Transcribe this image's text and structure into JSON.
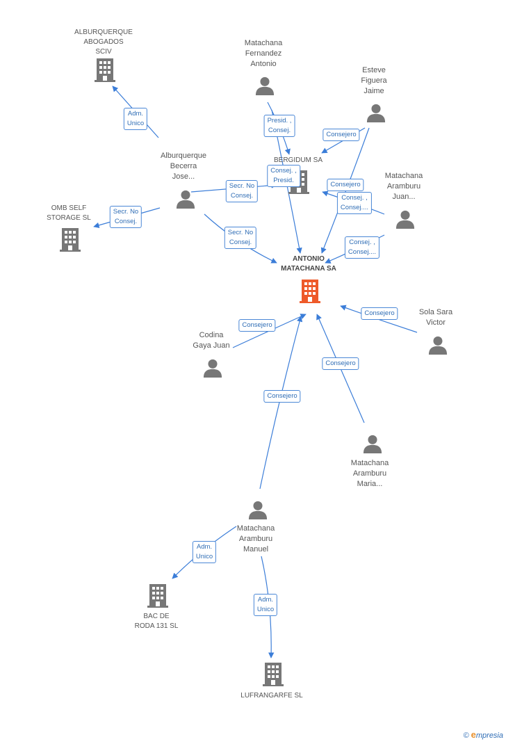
{
  "colors": {
    "edge": "#3b7dd8",
    "node_icon": "#777777",
    "focus_icon": "#ee5a2a",
    "edge_label_text": "#2f6db5",
    "edge_label_border": "#4a87d6"
  },
  "nodes": {
    "alburquerque_abogados": {
      "label": "ALBURQUERQUE\nABOGADOS\nSCIV",
      "type": "company",
      "icon": "building-icon"
    },
    "matachana_fernandez": {
      "label": "Matachana\nFernandez\nAntonio",
      "type": "person",
      "icon": "person-icon"
    },
    "esteve_figuera": {
      "label": "Esteve\nFiguera\nJaime",
      "type": "person",
      "icon": "person-icon"
    },
    "alburquerque_becerra": {
      "label": "Alburquerque\nBecerra\nJose...",
      "type": "person",
      "icon": "person-icon"
    },
    "bergidum": {
      "label": "BERGIDUM SA",
      "type": "company",
      "icon": "building-icon"
    },
    "matachana_aramburu_juan": {
      "label": "Matachana\nAramburu\nJuan...",
      "type": "person",
      "icon": "person-icon"
    },
    "omb_self_storage": {
      "label": "OMB SELF\nSTORAGE SL",
      "type": "company",
      "icon": "building-icon"
    },
    "antonio_matachana": {
      "label": "ANTONIO\nMATACHANA SA",
      "type": "focus",
      "icon": "building-icon"
    },
    "sola_sara": {
      "label": "Sola Sara\nVictor",
      "type": "person",
      "icon": "person-icon"
    },
    "codina_gaya": {
      "label": "Codina\nGaya Juan",
      "type": "person",
      "icon": "person-icon"
    },
    "matachana_aramburu_maria": {
      "label": "Matachana\nAramburu\nMaria...",
      "type": "person",
      "icon": "person-icon"
    },
    "matachana_aramburu_manuel": {
      "label": "Matachana\nAramburu\nManuel",
      "type": "person",
      "icon": "person-icon"
    },
    "bac_de_roda": {
      "label": "BAC DE\nRODA 131 SL",
      "type": "company",
      "icon": "building-icon"
    },
    "lufrangarfe": {
      "label": "LUFRANGARFE SL",
      "type": "company",
      "icon": "building-icon"
    }
  },
  "edges": [
    {
      "from": "alburquerque_becerra",
      "to": "alburquerque_abogados",
      "label": "Adm.\nUnico"
    },
    {
      "from": "matachana_fernandez",
      "to": "bergidum",
      "label": "Presid. ,\nConsej."
    },
    {
      "from": "esteve_figuera",
      "to": "bergidum",
      "label": "Consejero"
    },
    {
      "from": "alburquerque_becerra",
      "to": "bergidum",
      "label": "Secr. No\nConsej."
    },
    {
      "from": "matachana_fernandez",
      "to": "antonio_matachana",
      "label": "Consej. ,\nPresid."
    },
    {
      "from": "esteve_figuera",
      "to": "antonio_matachana",
      "label": "Consejero"
    },
    {
      "from": "matachana_aramburu_juan",
      "to": "bergidum",
      "label": "Consej. ,\nConsej...."
    },
    {
      "from": "matachana_aramburu_juan",
      "to": "antonio_matachana",
      "label": "Consej. ,\nConsej...."
    },
    {
      "from": "alburquerque_becerra",
      "to": "omb_self_storage",
      "label": "Secr. No\nConsej."
    },
    {
      "from": "alburquerque_becerra",
      "to": "antonio_matachana",
      "label": "Secr. No\nConsej."
    },
    {
      "from": "sola_sara",
      "to": "antonio_matachana",
      "label": "Consejero"
    },
    {
      "from": "codina_gaya",
      "to": "antonio_matachana",
      "label": "Consejero"
    },
    {
      "from": "matachana_aramburu_maria",
      "to": "antonio_matachana",
      "label": "Consejero"
    },
    {
      "from": "matachana_aramburu_manuel",
      "to": "antonio_matachana",
      "label": "Consejero"
    },
    {
      "from": "matachana_aramburu_manuel",
      "to": "bac_de_roda",
      "label": "Adm.\nUnico"
    },
    {
      "from": "matachana_aramburu_manuel",
      "to": "lufrangarfe",
      "label": "Adm.\nUnico"
    }
  ],
  "brand": {
    "symbol": "©",
    "initial": "e",
    "name": "mpresia"
  }
}
